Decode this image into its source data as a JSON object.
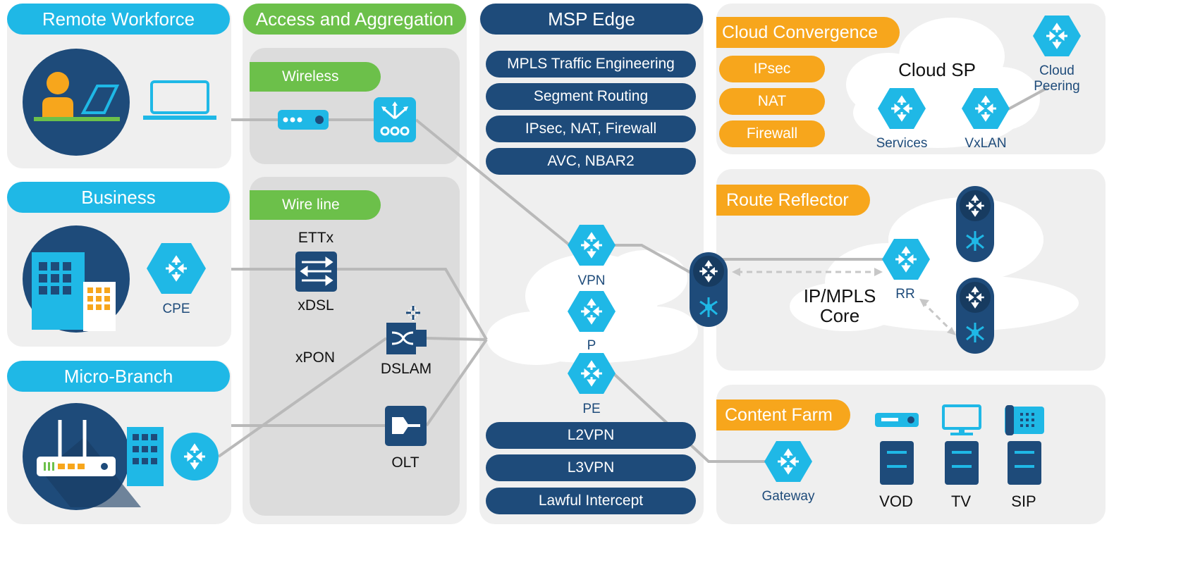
{
  "colors": {
    "cyan": "#1fb8e6",
    "green": "#6cc04a",
    "navy": "#1e4b7a",
    "orange": "#f7a61c",
    "panel": "#efefef",
    "inner": "#dcdcdc",
    "line": "#bbbbbb"
  },
  "sections": {
    "remote": "Remote Workforce",
    "business": "Business",
    "micro": "Micro-Branch",
    "access": "Access and Aggregation",
    "msp": "MSP Edge"
  },
  "access": {
    "wireless": "Wireless",
    "wireline": "Wire line",
    "ettx": "ETTx",
    "xdsl": "xDSL",
    "xpon": "xPON",
    "dslam": "DSLAM",
    "olt": "OLT"
  },
  "business": {
    "cpe": "CPE"
  },
  "msp": {
    "top_features": [
      "MPLS Traffic Engineering",
      "Segment Routing",
      "IPsec, NAT, Firewall",
      "AVC, NBAR2"
    ],
    "bottom_features": [
      "L2VPN",
      "L3VPN",
      "Lawful Intercept"
    ],
    "nodes": {
      "vpn": "VPN",
      "p": "P",
      "pe": "PE"
    }
  },
  "cloud": {
    "title": "Cloud Convergence",
    "features": [
      "IPsec",
      "NAT",
      "Firewall"
    ],
    "cloud_sp": "Cloud SP",
    "services": "Services",
    "vxlan": "VxLAN",
    "peering": "Cloud\nPeering"
  },
  "rr": {
    "title": "Route Reflector",
    "core": "IP/MPLS\nCore",
    "rr": "RR"
  },
  "content": {
    "title": "Content Farm",
    "gateway": "Gateway",
    "vod": "VOD",
    "tv": "TV",
    "sip": "SIP"
  },
  "icons": [
    "person-laptop-icon",
    "laptop-icon",
    "building-icon",
    "router-icon",
    "wifi-router-icon",
    "access-point-icon",
    "wireless-controller-icon",
    "ettx-switch-icon",
    "dslam-icon",
    "olt-icon",
    "core-router-icon",
    "cloud-icon",
    "server-icon",
    "monitor-icon",
    "phone-icon",
    "set-top-box-icon"
  ]
}
